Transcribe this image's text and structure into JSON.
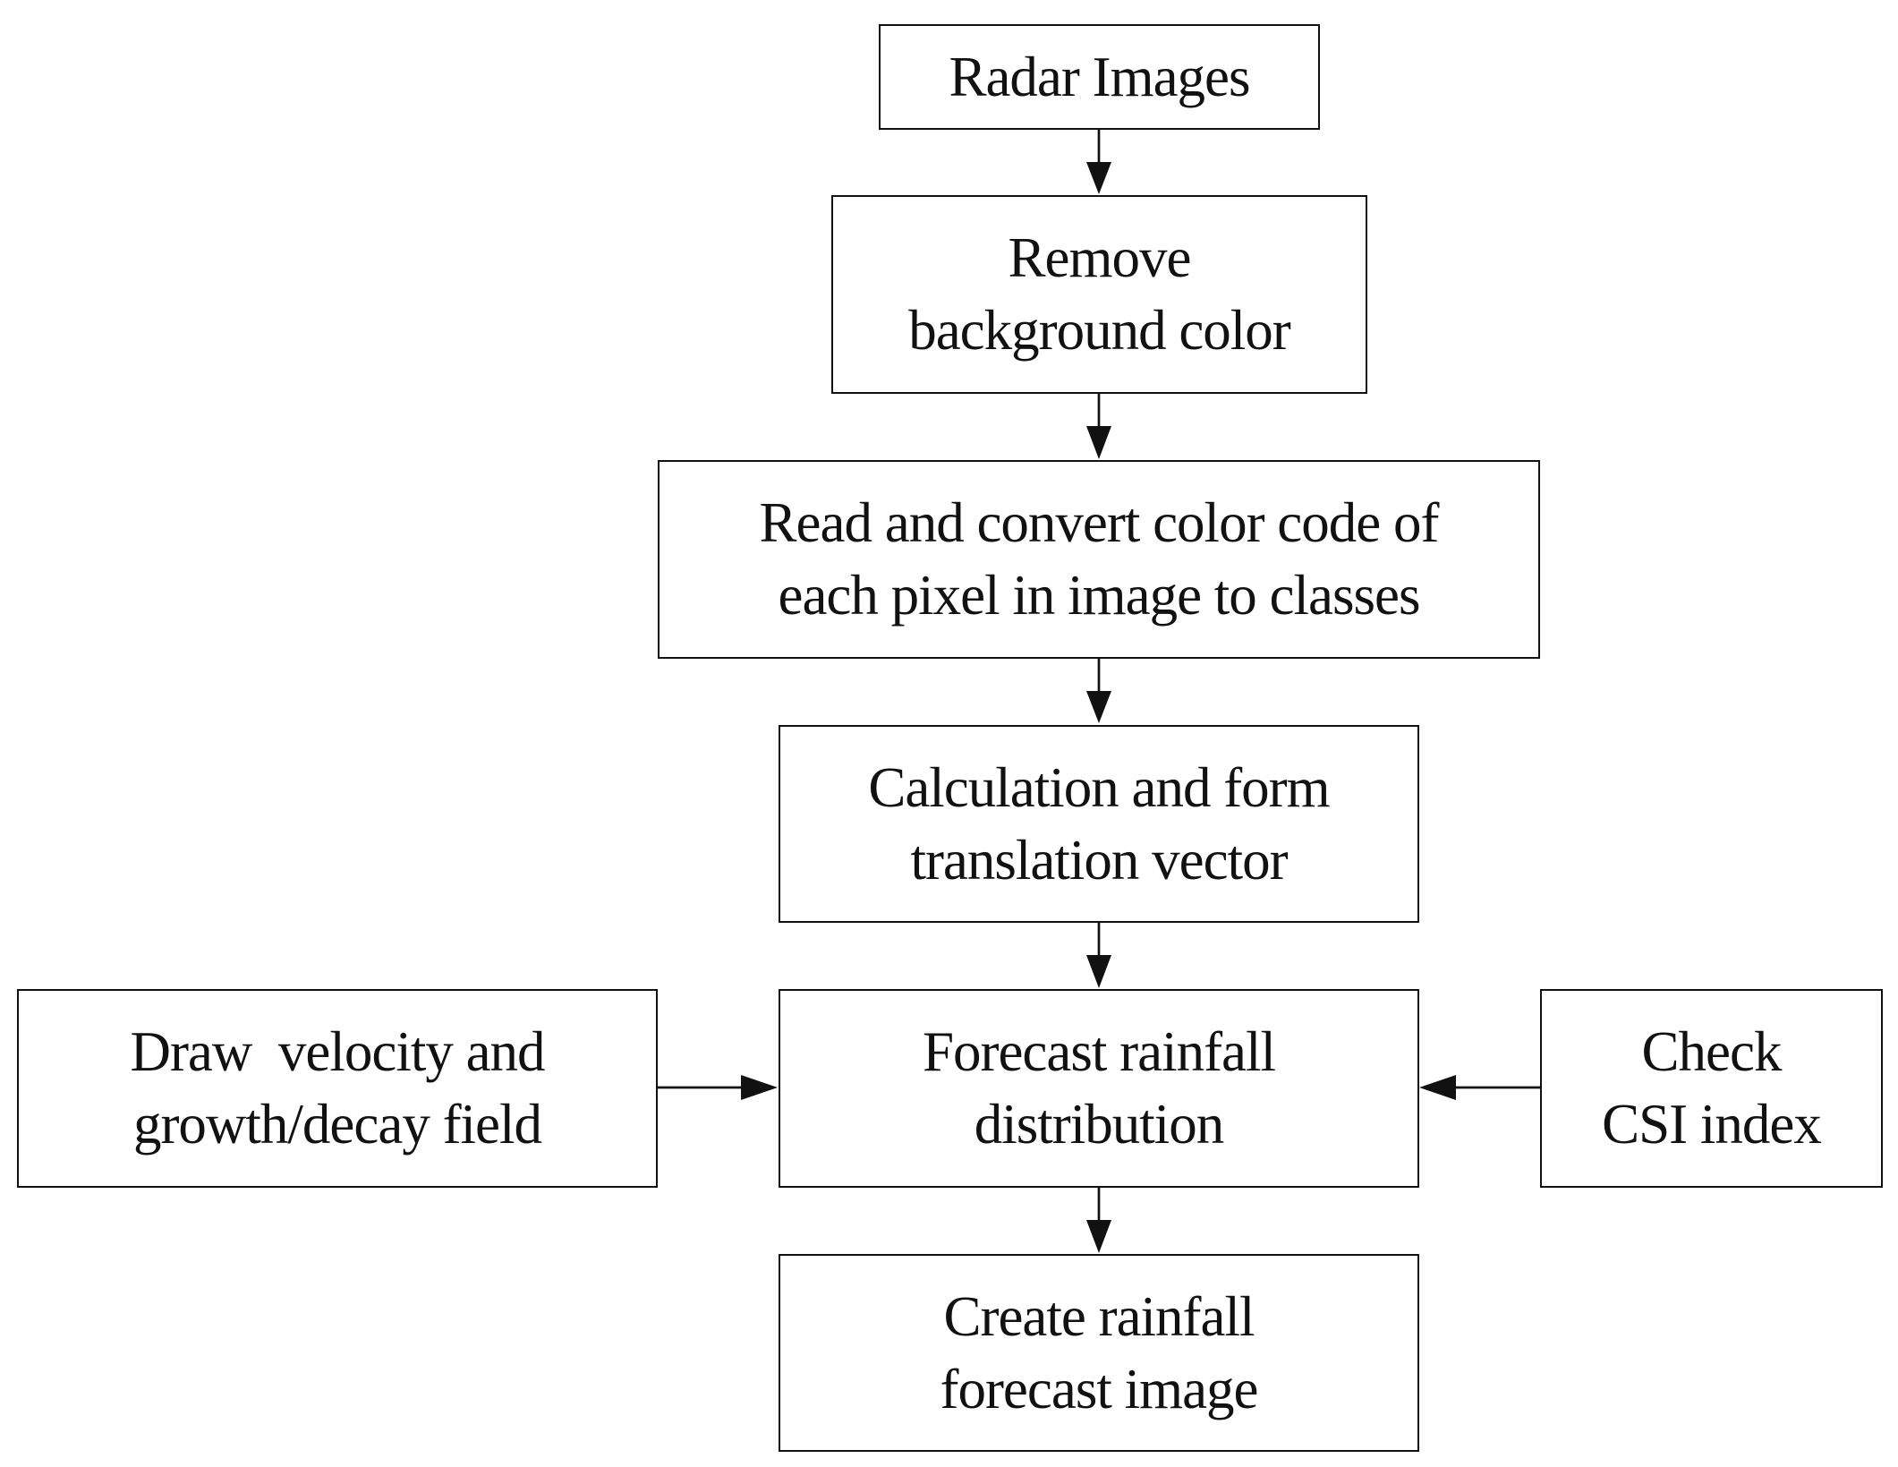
{
  "diagram": {
    "nodes": {
      "radar_images": {
        "lines": [
          "Radar Images"
        ]
      },
      "remove_background": {
        "lines": [
          "Remove",
          "background color"
        ]
      },
      "read_convert": {
        "lines": [
          "Read and convert color code of",
          "each pixel in image to classes"
        ]
      },
      "calculation": {
        "lines": [
          "Calculation and form",
          "translation vector"
        ]
      },
      "forecast_distribution": {
        "lines": [
          "Forecast rainfall",
          "distribution"
        ]
      },
      "draw_velocity": {
        "lines": [
          "Draw  velocity and",
          "growth/decay field"
        ]
      },
      "check_csi": {
        "lines": [
          "Check",
          "CSI index"
        ]
      },
      "create_image": {
        "lines": [
          "Create rainfall",
          "forecast image"
        ]
      }
    },
    "edges": [
      {
        "from": "Radar Images",
        "to": "Remove background color"
      },
      {
        "from": "Remove background color",
        "to": "Read and convert color code of each pixel in image to classes"
      },
      {
        "from": "Read and convert color code of each pixel in image to classes",
        "to": "Calculation and form translation vector"
      },
      {
        "from": "Calculation and form translation vector",
        "to": "Forecast rainfall distribution"
      },
      {
        "from": "Draw velocity and growth/decay field",
        "to": "Forecast rainfall distribution"
      },
      {
        "from": "Check CSI index",
        "to": "Forecast rainfall distribution"
      },
      {
        "from": "Forecast rainfall distribution",
        "to": "Create rainfall forecast image"
      }
    ]
  }
}
